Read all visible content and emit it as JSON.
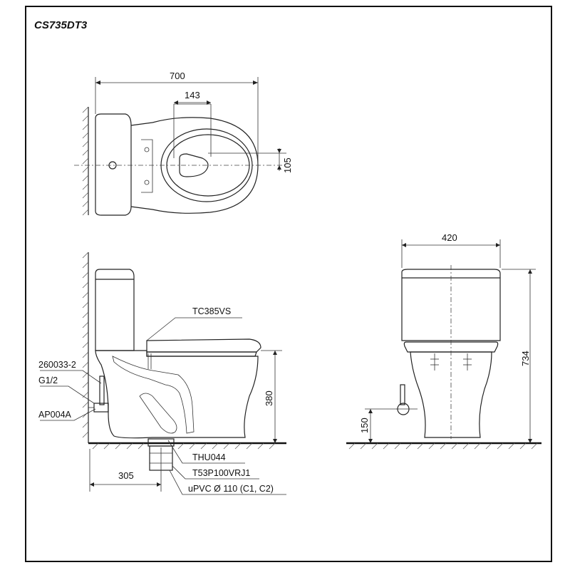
{
  "title": "CS735DT3",
  "dimensions": {
    "top_length": "700",
    "top_outlet_offset": "143",
    "top_height_offset": "105",
    "side_seat_height": "380",
    "side_rough_in": "305",
    "front_width": "420",
    "front_total_height": "734",
    "front_supply_height": "150"
  },
  "labels": {
    "seat": "TC385VS",
    "stop_valve": "260033-2",
    "thread": "G1/2",
    "angle_valve": "AP004A",
    "flange": "THU044",
    "adapter": "T53P100VRJ1",
    "drain_pipe": "uPVC Ø 110 (C1, C2)"
  }
}
